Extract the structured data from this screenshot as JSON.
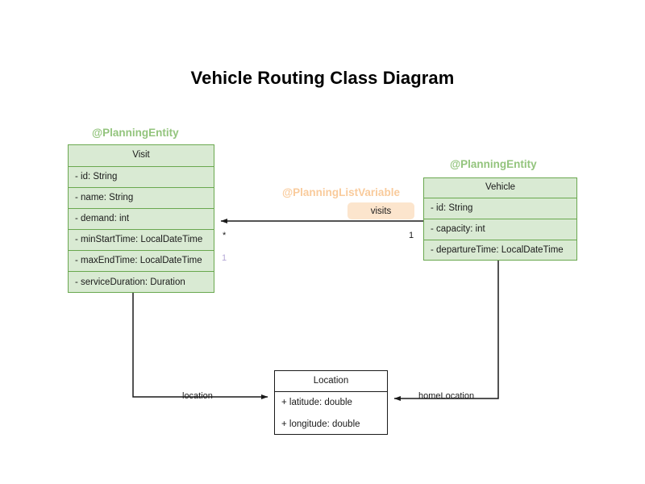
{
  "diagram": {
    "title": "Vehicle Routing Class Diagram",
    "background_color": "#ffffff",
    "entity_fill_color": "#D9EAD3",
    "entity_border_color": "#6AA84F",
    "plain_fill_color": "#ffffff",
    "plain_border_color": "#1a1a1a",
    "annotation_entity_color": "#93C47D",
    "annotation_listvariable_color": "#F9CB9C",
    "badge_color": "#FCE5CD",
    "multiplicity_accent_color": "#B4A7D6",
    "connector_color": "#1a1a1a"
  },
  "classes": {
    "visit": {
      "annotation": "@PlanningEntity",
      "name": "Visit",
      "attributes": [
        "- id: String",
        "- name: String",
        "- demand: int",
        "- minStartTime: LocalDateTime",
        "- maxEndTime: LocalDateTime",
        "- serviceDuration: Duration"
      ]
    },
    "vehicle": {
      "annotation": "@PlanningEntity",
      "name": "Vehicle",
      "attributes": [
        "- id: String",
        "- capacity: int",
        "- departureTime: LocalDateTime"
      ]
    },
    "location": {
      "annotation": "",
      "name": "Location",
      "attributes": [
        "+ latitude: double",
        "+ longitude: double"
      ]
    }
  },
  "relationships": {
    "visits": {
      "annotation": "@PlanningListVariable",
      "label": "visits",
      "source": "Vehicle",
      "target": "Visit",
      "source_multiplicity": "1",
      "target_multiplicity": "*",
      "target_multiplicity_secondary": "1"
    },
    "location": {
      "label": "location",
      "source": "Visit",
      "target": "Location"
    },
    "home_location": {
      "label": "homeLocation",
      "source": "Vehicle",
      "target": "Location"
    }
  }
}
